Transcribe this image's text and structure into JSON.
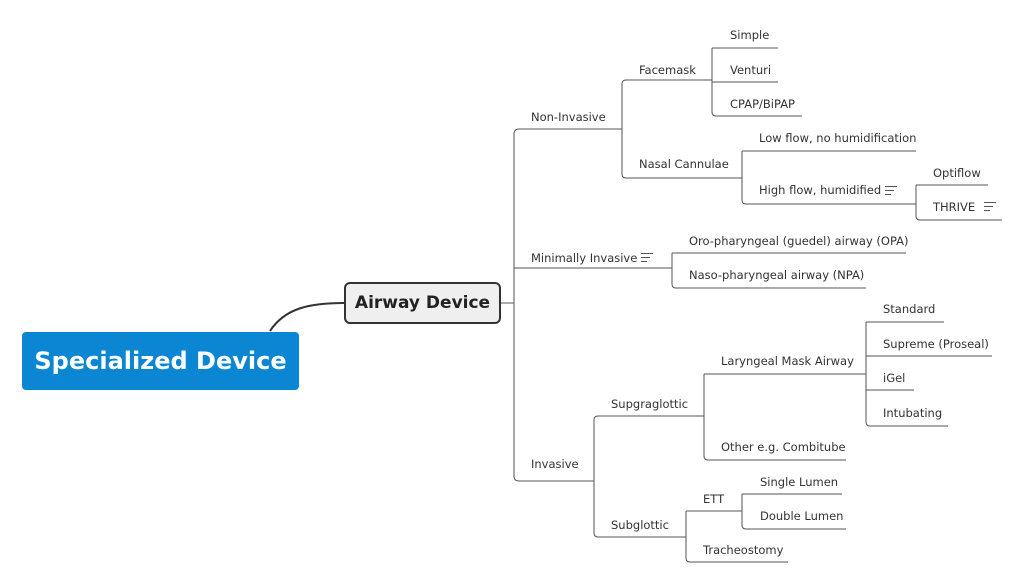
{
  "map": {
    "root": "Specialized Device",
    "main": "Airway Device",
    "branches": {
      "non_invasive": "Non-Invasive",
      "facemask": "Facemask",
      "simple": "Simple",
      "venturi": "Venturi",
      "cpap": "CPAP/BiPAP",
      "nasal_cannulae": "Nasal Cannulae",
      "low_flow": "Low flow, no humidification",
      "high_flow": "High flow, humidified",
      "optiflow": "Optiflow",
      "thrive": "THRIVE",
      "minimally_invasive": "Minimally Invasive",
      "opa": "Oro-pharyngeal (guedel) airway (OPA)",
      "npa": "Naso-pharyngeal airway (NPA)",
      "invasive": "Invasive",
      "supraglottic": "Supgraglottic",
      "lma": "Laryngeal Mask Airway",
      "standard": "Standard",
      "supreme": "Supreme (Proseal)",
      "igel": "iGel",
      "intubating": "Intubating",
      "other": "Other e.g. Combitube",
      "subglottic": "Subglottic",
      "ett": "ETT",
      "single_lumen": "Single Lumen",
      "double_lumen": "Double Lumen",
      "tracheostomy": "Tracheostomy"
    }
  }
}
